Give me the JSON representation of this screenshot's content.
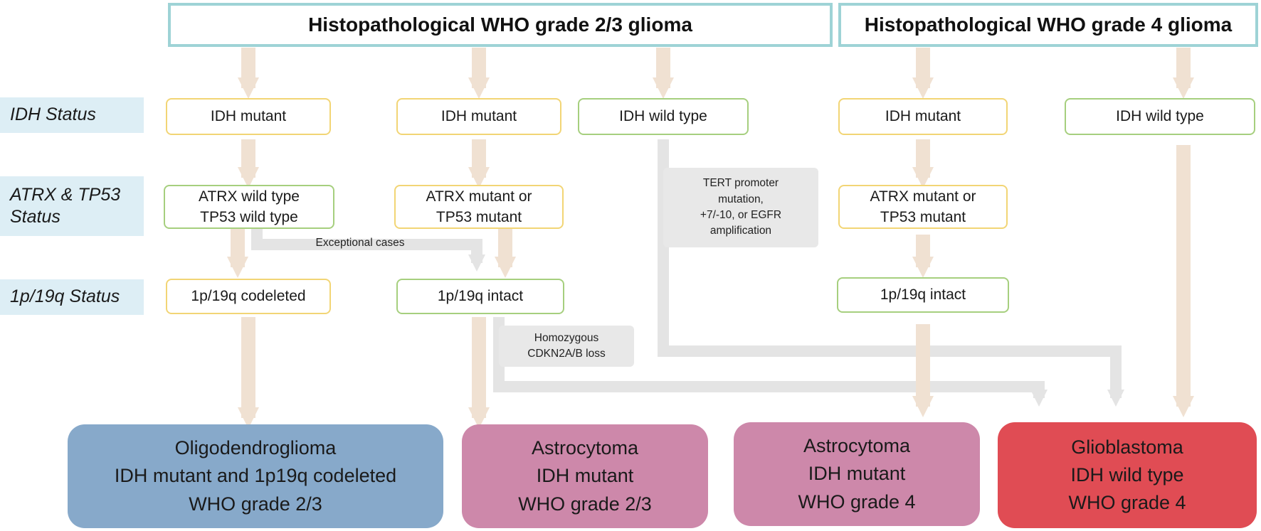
{
  "colors": {
    "header_border": "#9ed3d6",
    "label_bg": "#ddeef5",
    "mutant_border": "#f2d575",
    "wildtype_border": "#a6cf7e",
    "main_arrow": "#f0e1d2",
    "side_path": "#e4e4e4",
    "oligodendroglioma": "#87a9ca",
    "astrocytoma": "#cd88aa",
    "glioblastoma": "#e04c54"
  },
  "headers": {
    "grade23": "Histopathological WHO grade 2/3 glioma",
    "grade4": "Histopathological WHO grade 4 glioma"
  },
  "row_labels": {
    "idh": "IDH Status",
    "atrx": "ATRX & TP53\nStatus",
    "codel": "1p/19q Status"
  },
  "boxes": {
    "c1_idh": "IDH mutant",
    "c2_idh": "IDH mutant",
    "c3_idh": "IDH  wild type",
    "c4_idh": "IDH mutant",
    "c5_idh": "IDH  wild type",
    "c1_atrx": "ATRX  wild type\nTP53 wild type",
    "c2_atrx": "ATRX mutant or\nTP53 mutant",
    "c4_atrx": "ATRX mutant or\nTP53 mutant",
    "c1_codel": "1p/19q codeleted",
    "c2_codel": "1p/19q intact",
    "c4_codel": "1p/19q intact"
  },
  "side_labels": {
    "exceptional": "Exceptional cases",
    "tert": "TERT promoter\nmutation,\n+7/-10, or EGFR\namplification",
    "cdkn": "Homozygous\nCDKN2A/B loss"
  },
  "outcomes": [
    {
      "name": "Oligodendroglioma",
      "idh": "IDH mutant and 1p19q codeleted",
      "grade": "WHO grade 2/3",
      "color": "#87a9ca"
    },
    {
      "name": "Astrocytoma",
      "idh": "IDH mutant",
      "grade": "WHO grade 2/3",
      "color": "#cd88aa"
    },
    {
      "name": "Astrocytoma",
      "idh": "IDH mutant",
      "grade": "WHO grade 4",
      "color": "#cd88aa"
    },
    {
      "name": "Glioblastoma",
      "idh": "IDH wild type",
      "grade": "WHO grade 4",
      "color": "#e04c54"
    }
  ]
}
